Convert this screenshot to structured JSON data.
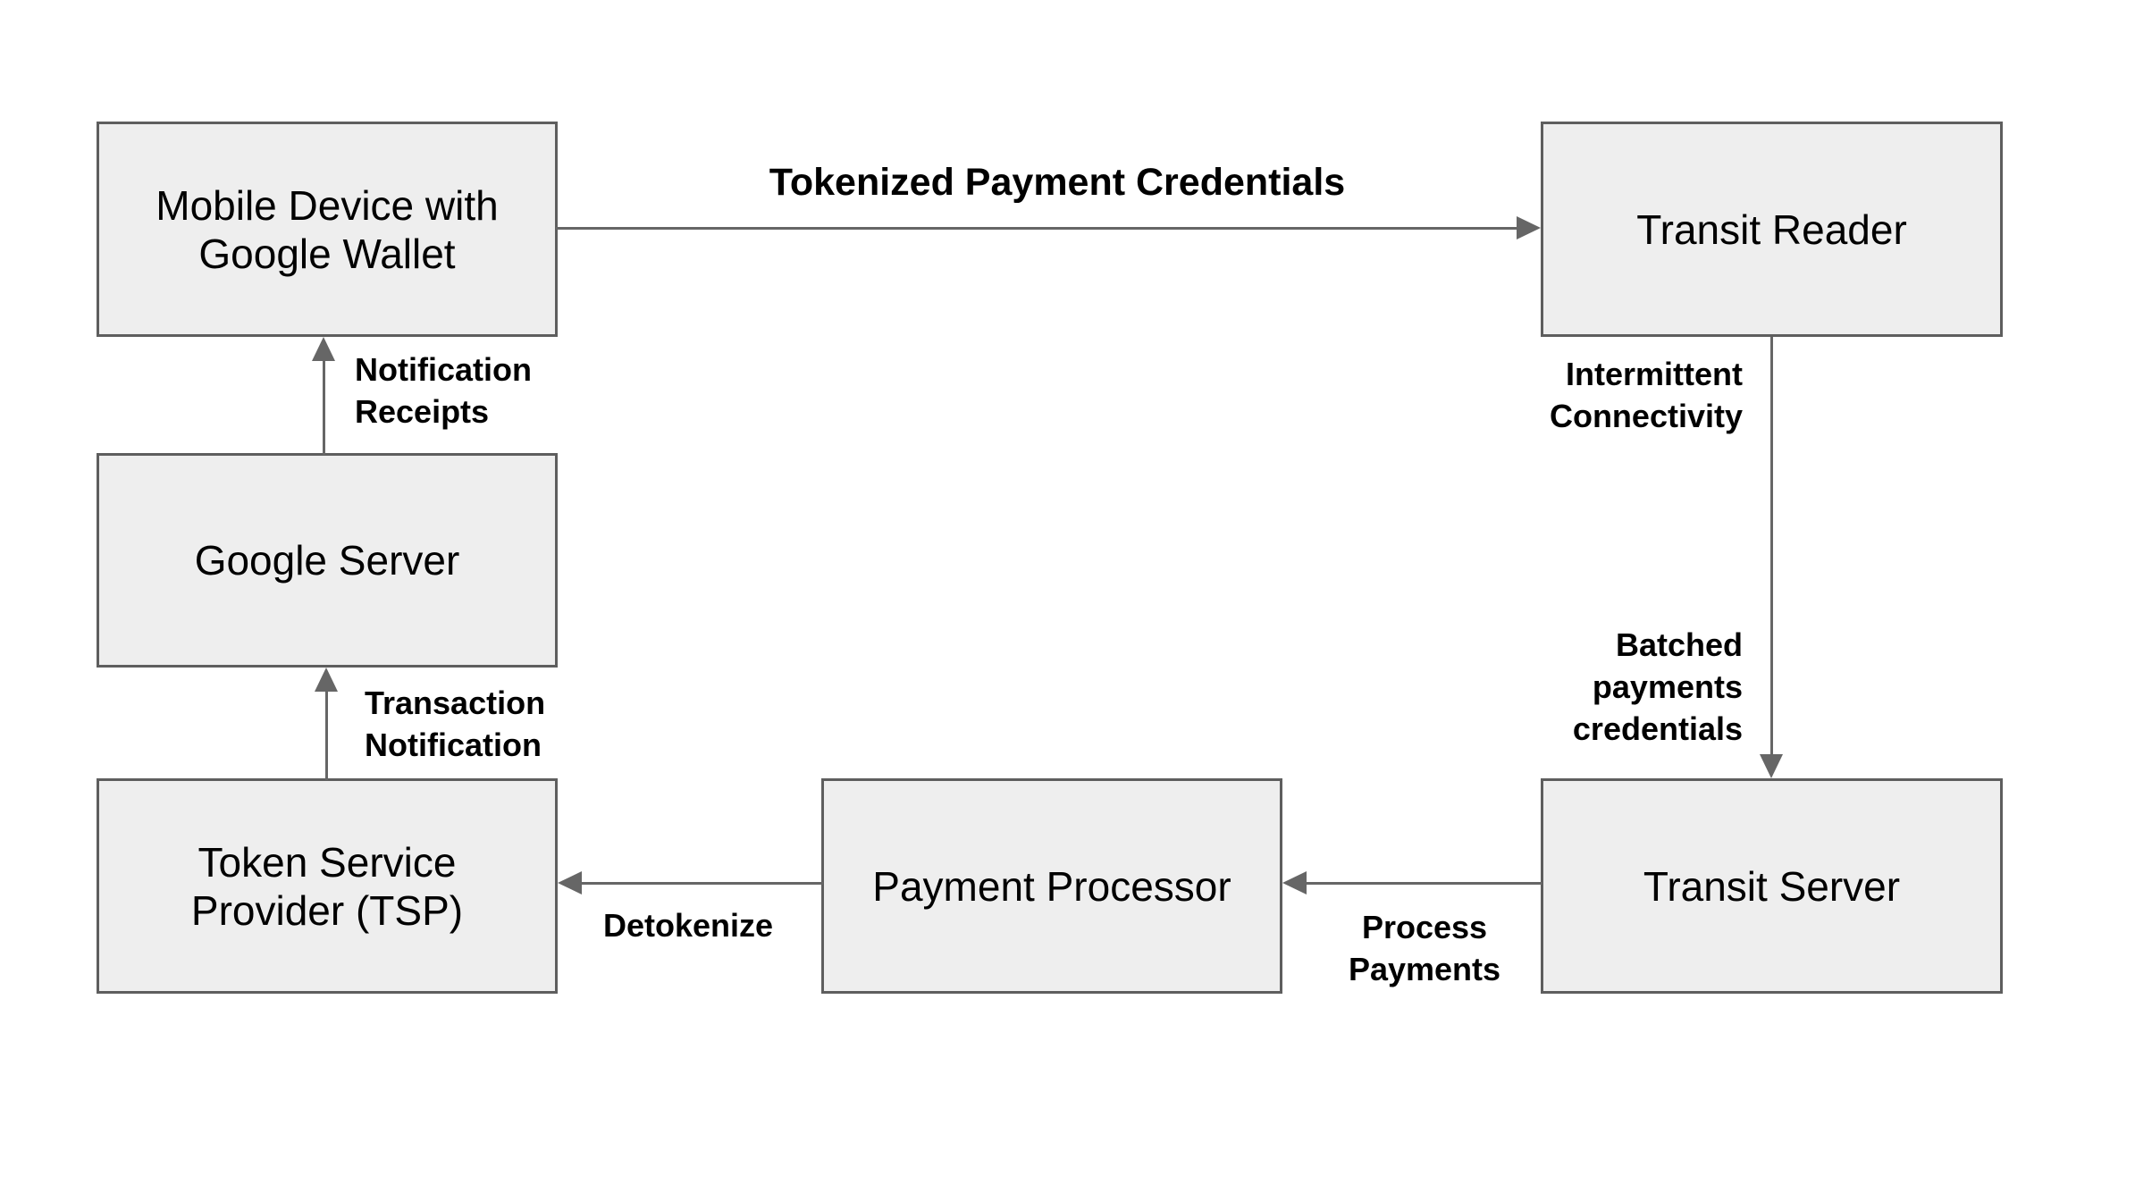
{
  "diagram": {
    "colors": {
      "background": "#ffffff",
      "box_fill": "#eeeeee",
      "box_border": "#5e5e5e",
      "arrow": "#666666",
      "text": "#000000"
    },
    "nodes": {
      "mobile_device": {
        "lines": [
          "Mobile Device with",
          "Google Wallet"
        ]
      },
      "transit_reader": {
        "lines": [
          "Transit Reader"
        ]
      },
      "google_server": {
        "lines": [
          "Google Server"
        ]
      },
      "token_service_provider": {
        "lines": [
          "Token Service",
          "Provider (TSP)"
        ]
      },
      "payment_processor": {
        "lines": [
          "Payment Processor"
        ]
      },
      "transit_server": {
        "lines": [
          "Transit Server"
        ]
      }
    },
    "edges": {
      "mobile_to_reader": {
        "from": "mobile_device",
        "to": "transit_reader",
        "direction": "right",
        "label_lines": [
          "Tokenized Payment Credentials"
        ]
      },
      "reader_to_server": {
        "from": "transit_reader",
        "to": "transit_server",
        "direction": "down",
        "label_top_lines": [
          "Intermittent",
          "Connectivity"
        ],
        "label_bottom_lines": [
          "Batched",
          "payments",
          "credentials"
        ]
      },
      "server_to_processor": {
        "from": "transit_server",
        "to": "payment_processor",
        "direction": "left",
        "label_lines": [
          "Process",
          "Payments"
        ]
      },
      "processor_to_tsp": {
        "from": "payment_processor",
        "to": "token_service_provider",
        "direction": "left",
        "label_lines": [
          "Detokenize"
        ]
      },
      "tsp_to_google": {
        "from": "token_service_provider",
        "to": "google_server",
        "direction": "up",
        "label_lines": [
          "Transaction",
          "Notification"
        ]
      },
      "google_to_mobile": {
        "from": "google_server",
        "to": "mobile_device",
        "direction": "up",
        "label_lines": [
          "Notification",
          "Receipts"
        ]
      }
    }
  }
}
